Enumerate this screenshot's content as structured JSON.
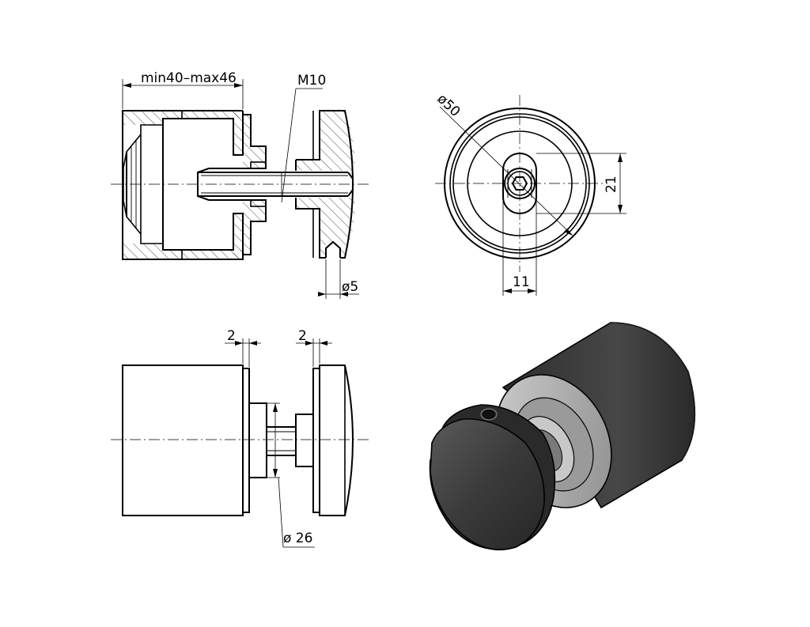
{
  "dimensions": {
    "total_length": "min40–max46",
    "thread": "M10",
    "hole_diameter": "ø5",
    "outer_diameter": "ø50",
    "slot_height": "21",
    "slot_width": "11",
    "gap_left": "2",
    "gap_right": "2",
    "stem_diameter": "ø 26"
  },
  "colors": {
    "line": "#000000",
    "body_dark": "#3c3c3c",
    "body_mid": "#6a6a6a",
    "ring_light": "#b4b4b4"
  }
}
